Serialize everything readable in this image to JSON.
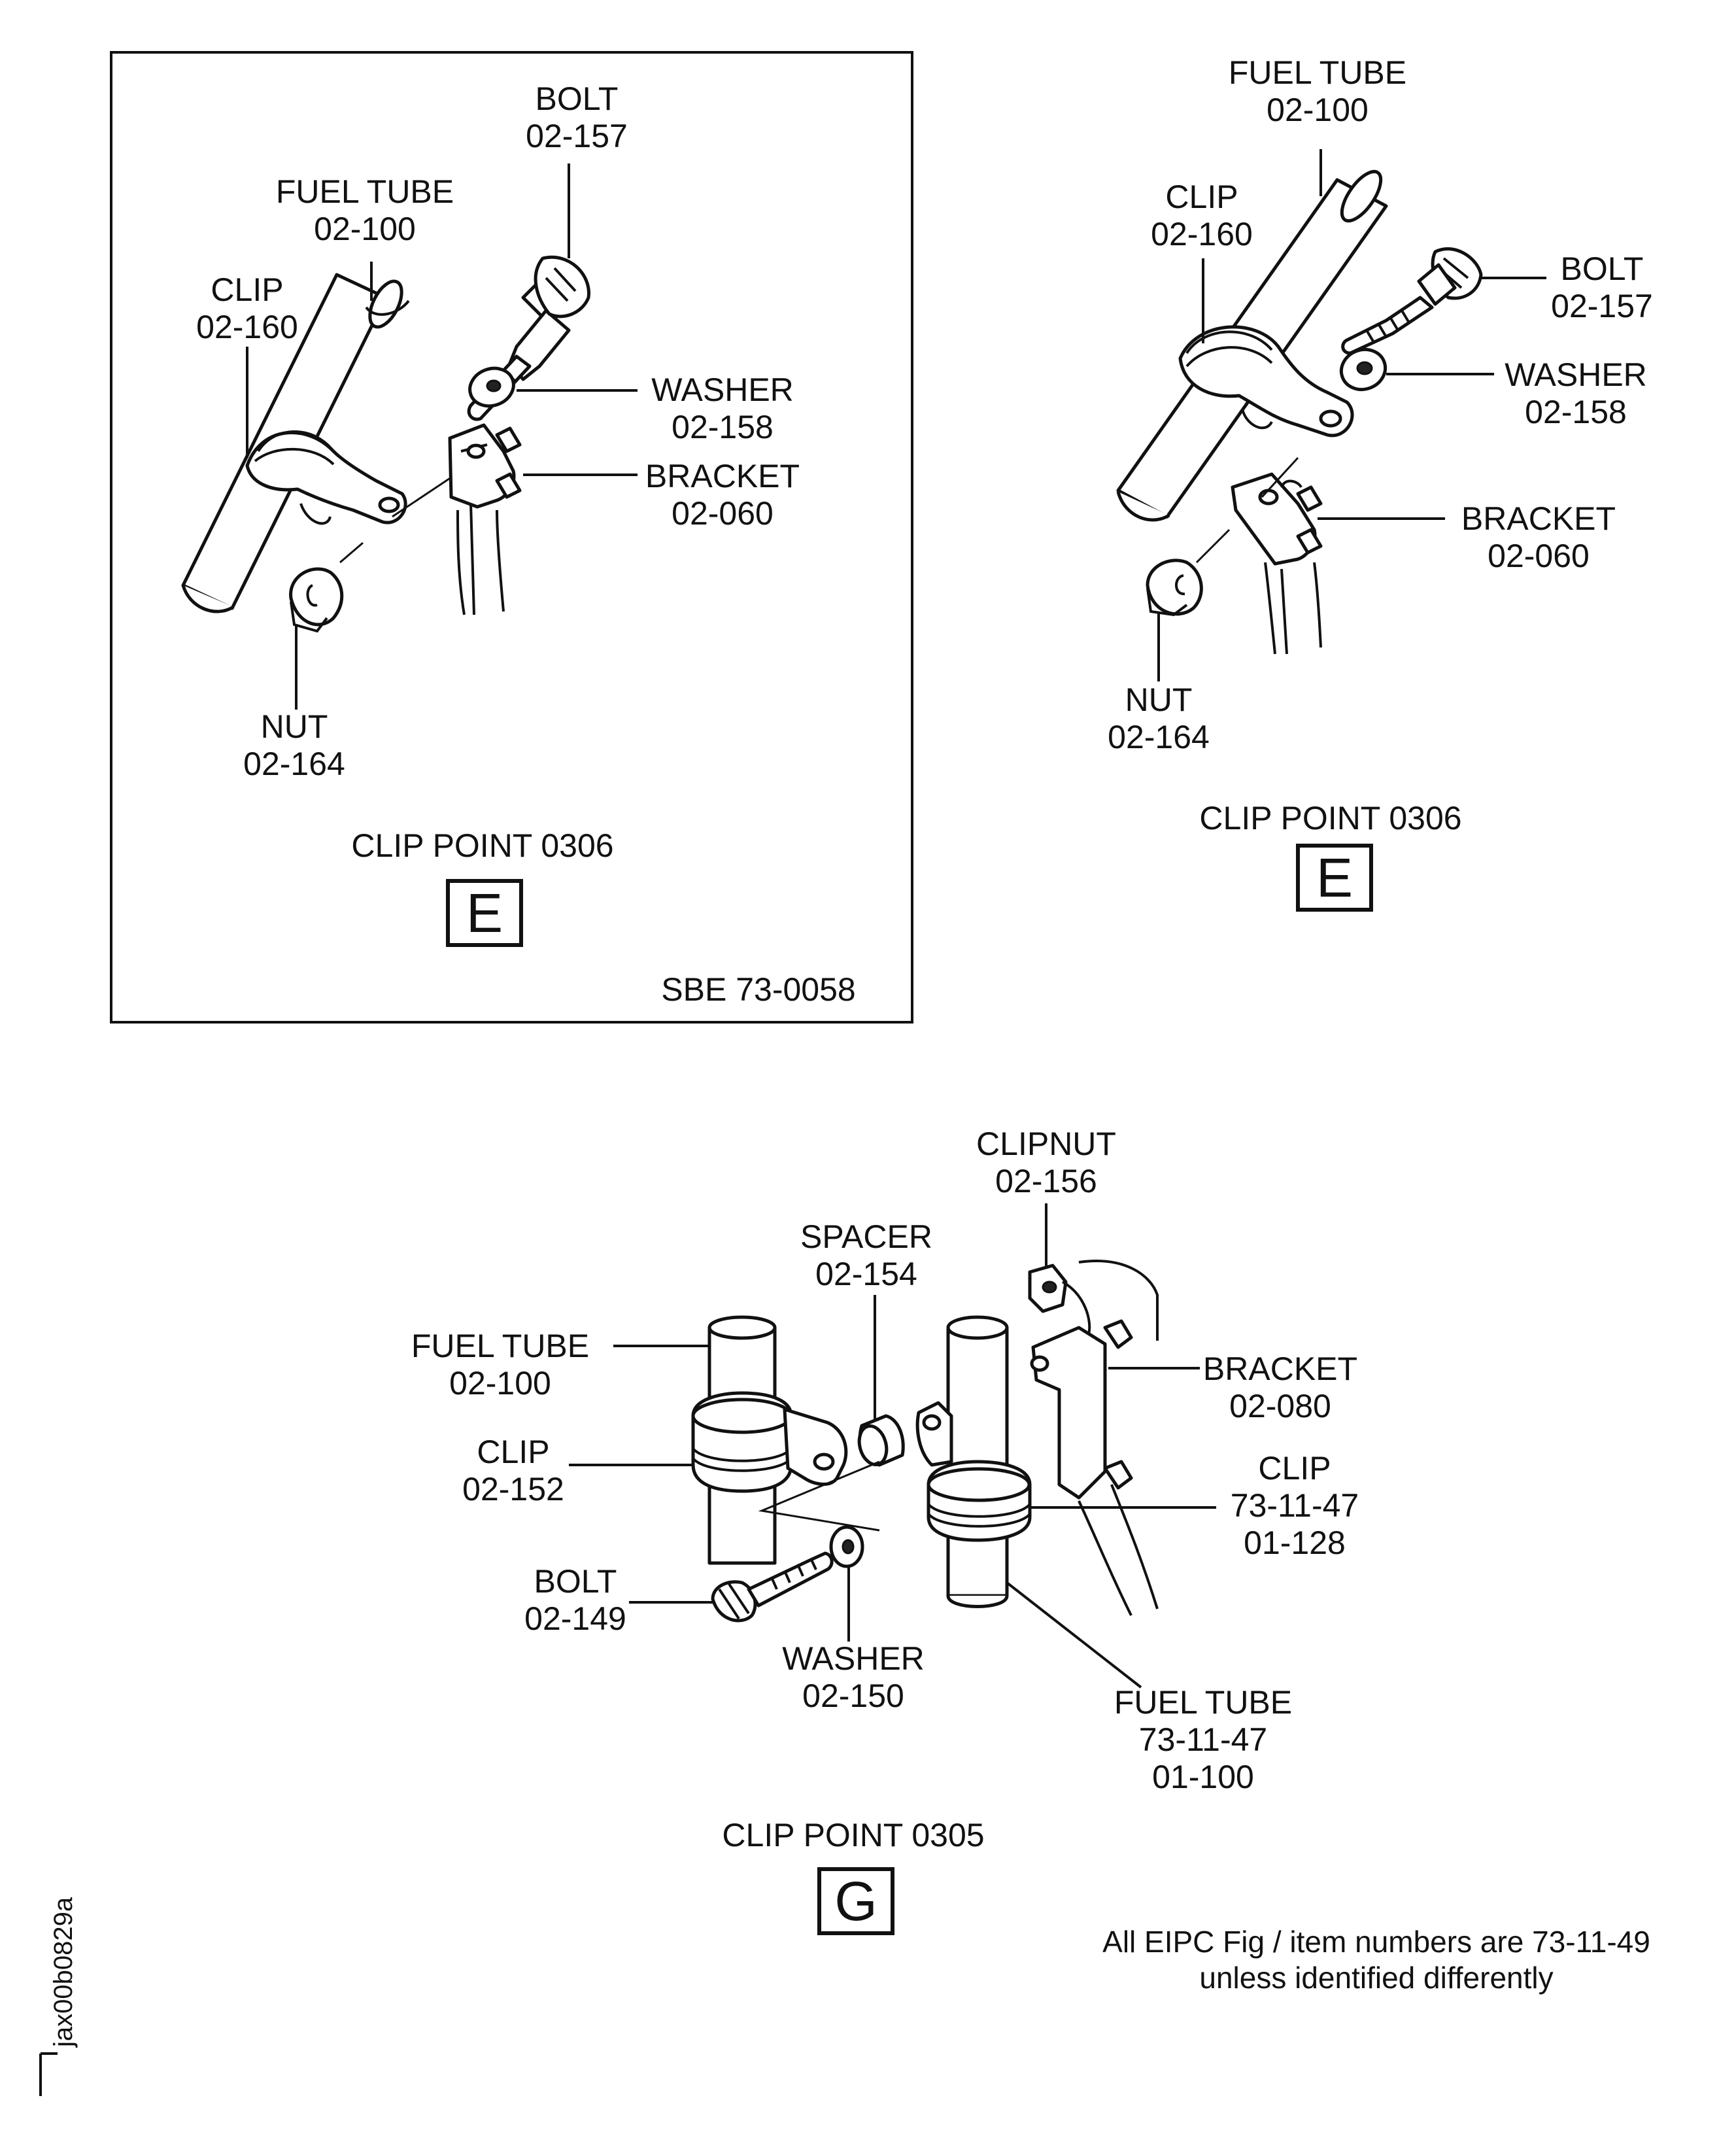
{
  "view_e_boxed": {
    "labels": {
      "bolt": {
        "name": "BOLT",
        "num": "02-157"
      },
      "fuel_tube": {
        "name": "FUEL TUBE",
        "num": "02-100"
      },
      "clip": {
        "name": "CLIP",
        "num": "02-160"
      },
      "washer": {
        "name": "WASHER",
        "num": "02-158"
      },
      "bracket": {
        "name": "BRACKET",
        "num": "02-060"
      },
      "nut": {
        "name": "NUT",
        "num": "02-164"
      }
    },
    "caption": "CLIP POINT 0306",
    "letter": "E",
    "sbe": "SBE 73-0058"
  },
  "view_e_plain": {
    "labels": {
      "fuel_tube": {
        "name": "FUEL TUBE",
        "num": "02-100"
      },
      "clip": {
        "name": "CLIP",
        "num": "02-160"
      },
      "bolt": {
        "name": "BOLT",
        "num": "02-157"
      },
      "washer": {
        "name": "WASHER",
        "num": "02-158"
      },
      "bracket": {
        "name": "BRACKET",
        "num": "02-060"
      },
      "nut": {
        "name": "NUT",
        "num": "02-164"
      }
    },
    "caption": "CLIP POINT 0306",
    "letter": "E"
  },
  "view_g": {
    "labels": {
      "clipnut": {
        "name": "CLIPNUT",
        "num": "02-156"
      },
      "spacer": {
        "name": "SPACER",
        "num": "02-154"
      },
      "fuel_tube_left": {
        "name": "FUEL TUBE",
        "num": "02-100"
      },
      "bracket": {
        "name": "BRACKET",
        "num": "02-080"
      },
      "clip_left": {
        "name": "CLIP",
        "num": "02-152"
      },
      "clip_right": {
        "name": "CLIP",
        "line2": "73-11-47",
        "line3": "01-128"
      },
      "bolt": {
        "name": "BOLT",
        "num": "02-149"
      },
      "washer": {
        "name": "WASHER",
        "num": "02-150"
      },
      "fuel_tube_right": {
        "name": "FUEL TUBE",
        "line2": "73-11-47",
        "line3": "01-100"
      }
    },
    "caption": "CLIP POINT 0305",
    "letter": "G"
  },
  "footnote": {
    "line1": "All EIPC Fig / item numbers are 73-11-49",
    "line2": "unless identified differently"
  },
  "side_ref": "jax00b0829a"
}
